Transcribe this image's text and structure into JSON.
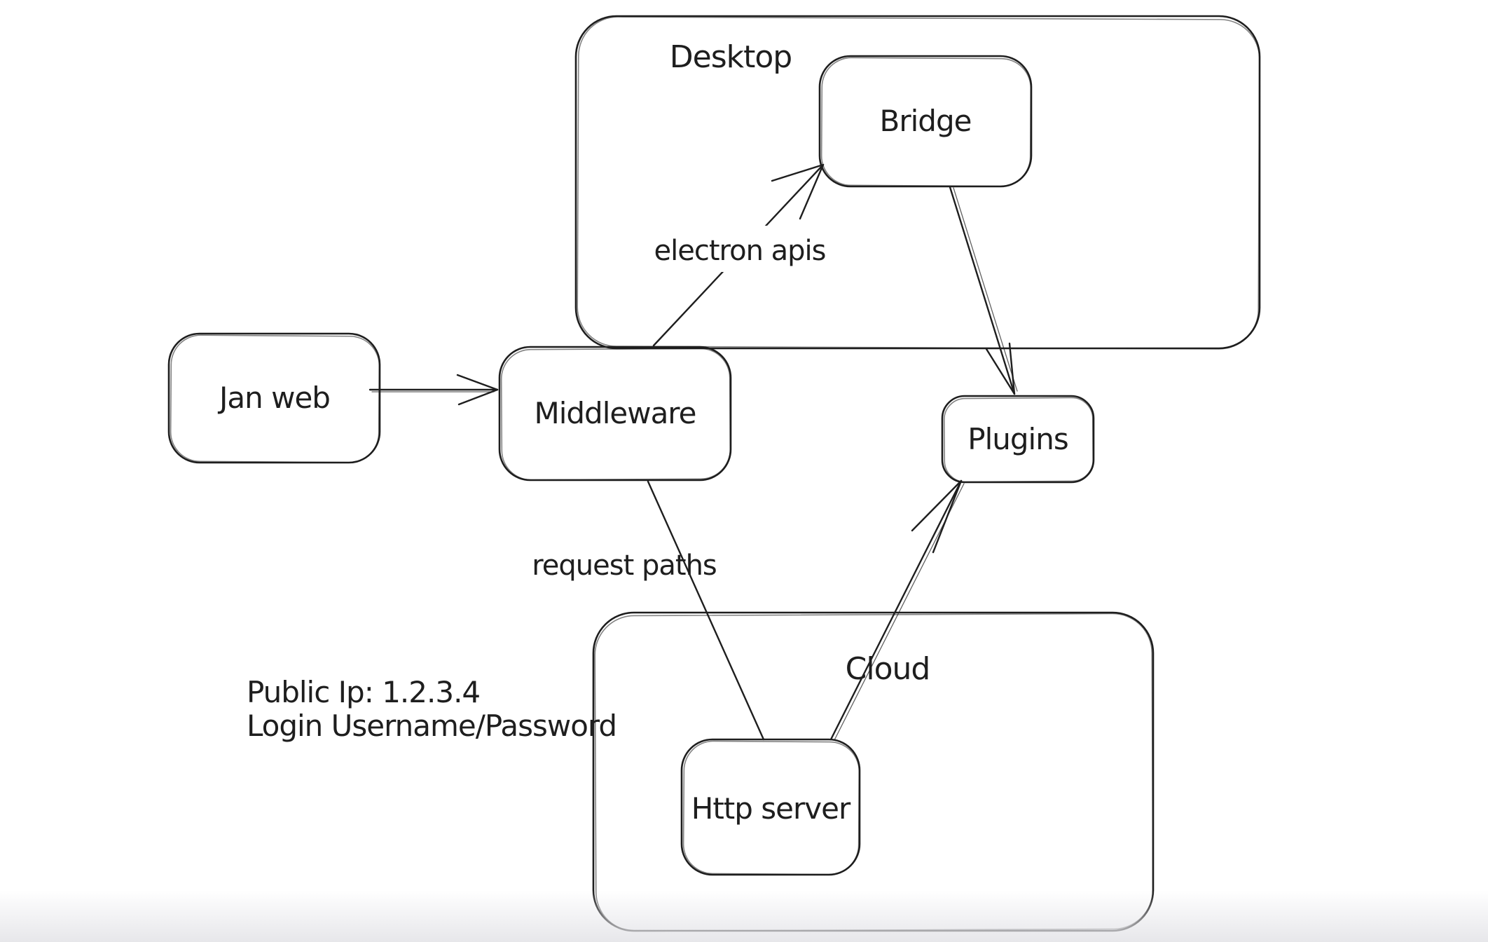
{
  "app": {
    "background_color": "#ffffff",
    "stroke_color": "#1e1e1e"
  },
  "diagram": {
    "containers": [
      {
        "id": "desktop",
        "label": "Desktop"
      },
      {
        "id": "cloud",
        "label": "Cloud"
      }
    ],
    "nodes": [
      {
        "id": "jan-web",
        "label": "Jan web"
      },
      {
        "id": "middleware",
        "label": "Middleware"
      },
      {
        "id": "bridge",
        "label": "Bridge"
      },
      {
        "id": "plugins",
        "label": "Plugins"
      },
      {
        "id": "http-server",
        "label": "Http server"
      }
    ],
    "edges": [
      {
        "from": "jan-web",
        "to": "middleware",
        "label": ""
      },
      {
        "from": "middleware",
        "to": "bridge",
        "label": "electron apis"
      },
      {
        "from": "bridge",
        "to": "plugins",
        "label": ""
      },
      {
        "from": "middleware",
        "to": "http-server",
        "label": "request paths"
      },
      {
        "from": "http-server",
        "to": "plugins",
        "label": ""
      }
    ],
    "annotations": [
      {
        "text": "Public Ip: 1.2.3.4"
      },
      {
        "text": "Login Username/Password"
      }
    ]
  }
}
